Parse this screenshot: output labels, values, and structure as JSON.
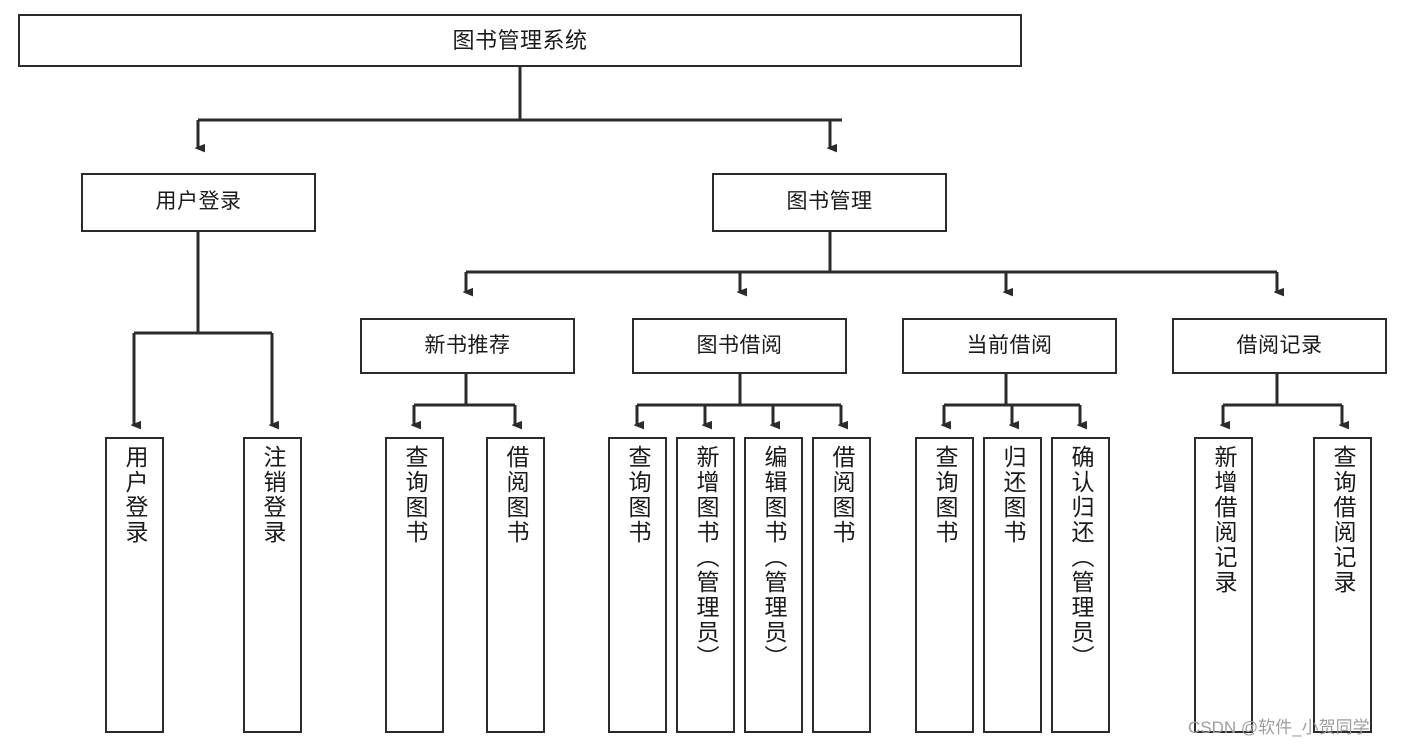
{
  "diagram": {
    "title": "图书管理系统",
    "type": "tree",
    "watermark": "CSDN @软件_小贺同学",
    "colors": {
      "background": "#ffffff",
      "border": "#2b2b2b",
      "text": "#1a1a1a",
      "edge": "#2b2b2b",
      "watermark": "#9e9e9e"
    },
    "nodes": {
      "root": {
        "label": "图书管理系统"
      },
      "level1": [
        {
          "id": "user-login",
          "label": "用户登录"
        },
        {
          "id": "book-manage",
          "label": "图书管理"
        }
      ],
      "level2": [
        {
          "id": "new-book-recommend",
          "label": "新书推荐"
        },
        {
          "id": "book-borrow",
          "label": "图书借阅"
        },
        {
          "id": "current-borrow",
          "label": "当前借阅"
        },
        {
          "id": "borrow-record",
          "label": "借阅记录"
        }
      ],
      "leaves": {
        "user_login": [
          {
            "id": "leaf-user-login",
            "label": "用户登录"
          },
          {
            "id": "leaf-user-logout",
            "label": "注销登录"
          }
        ],
        "new_book_recommend": [
          {
            "id": "leaf-query-book-1",
            "label": "查询图书"
          },
          {
            "id": "leaf-borrow-book-1",
            "label": "借阅图书"
          }
        ],
        "book_borrow": [
          {
            "id": "leaf-query-book-2",
            "label": "查询图书"
          },
          {
            "id": "leaf-add-book",
            "label": "新增图书（管理员）"
          },
          {
            "id": "leaf-edit-book",
            "label": "编辑图书（管理员）"
          },
          {
            "id": "leaf-borrow-book-2",
            "label": "借阅图书"
          }
        ],
        "current_borrow": [
          {
            "id": "leaf-query-book-3",
            "label": "查询图书"
          },
          {
            "id": "leaf-return-book",
            "label": "归还图书"
          },
          {
            "id": "leaf-confirm-return",
            "label": "确认归还（管理员）"
          }
        ],
        "borrow_record": [
          {
            "id": "leaf-add-record",
            "label": "新增借阅记录"
          },
          {
            "id": "leaf-query-record",
            "label": "查询借阅记录"
          }
        ]
      }
    }
  }
}
